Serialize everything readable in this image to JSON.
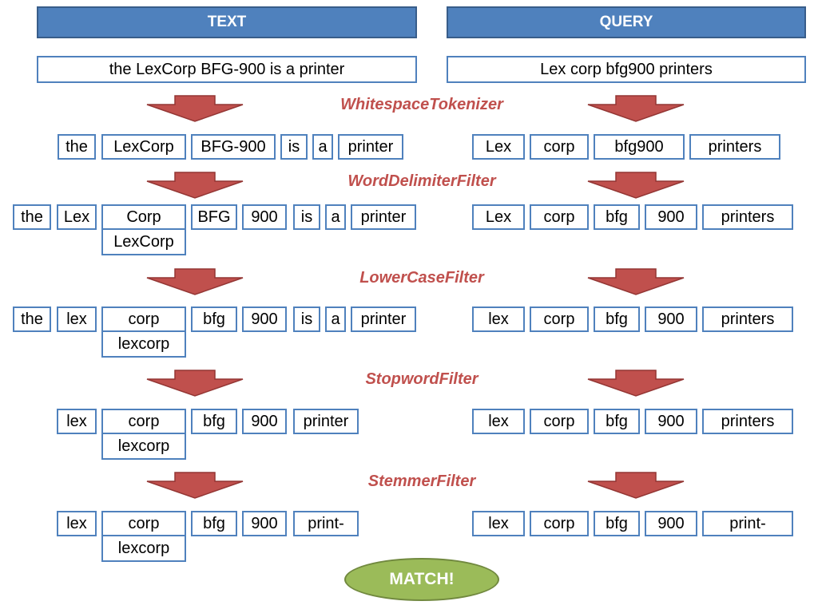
{
  "headers": {
    "text": "TEXT",
    "query": "QUERY"
  },
  "inputs": {
    "text": "the LexCorp BFG-900 is a printer",
    "query": "Lex corp bfg900 printers"
  },
  "stages": [
    "WhitespaceTokenizer",
    "WordDelimiterFilter",
    "LowerCaseFilter",
    "StopwordFilter",
    "StemmerFilter"
  ],
  "text_rows": [
    [
      "the",
      "LexCorp",
      "BFG-900",
      "is",
      "a",
      "printer"
    ],
    [
      "the",
      "Lex",
      "Corp",
      "LexCorp",
      "BFG",
      "900",
      "is",
      "a",
      "printer"
    ],
    [
      "the",
      "lex",
      "corp",
      "lexcorp",
      "bfg",
      "900",
      "is",
      "a",
      "printer"
    ],
    [
      "lex",
      "corp",
      "lexcorp",
      "bfg",
      "900",
      "printer"
    ],
    [
      "lex",
      "corp",
      "lexcorp",
      "bfg",
      "900",
      "print-"
    ]
  ],
  "query_rows": [
    [
      "Lex",
      "corp",
      "bfg900",
      "printers"
    ],
    [
      "Lex",
      "corp",
      "bfg",
      "900",
      "printers"
    ],
    [
      "lex",
      "corp",
      "bfg",
      "900",
      "printers"
    ],
    [
      "lex",
      "corp",
      "bfg",
      "900",
      "printers"
    ],
    [
      "lex",
      "corp",
      "bfg",
      "900",
      "print-"
    ]
  ],
  "result": "MATCH!",
  "colors": {
    "header": "#4f81bd",
    "arrow": "#c0504d",
    "stage_label": "#c0504d",
    "match": "#9bbb59"
  }
}
